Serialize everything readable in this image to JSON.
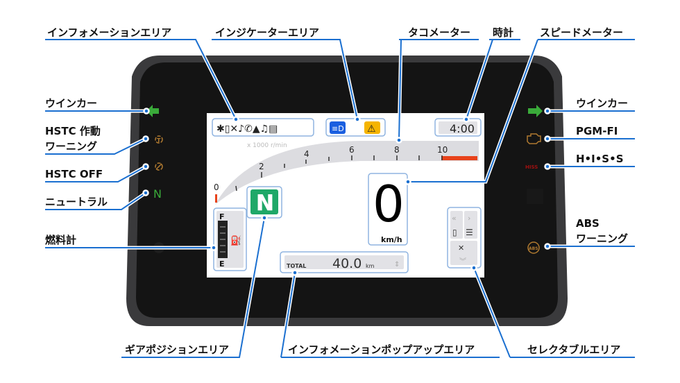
{
  "callouts": {
    "info_area": "インフォメーションエリア",
    "indicator_area": "インジケーターエリア",
    "tachometer": "タコメーター",
    "clock": "時計",
    "speedometer": "スピードメーター",
    "turn_signal_left": "ウインカー",
    "hstc_warning_1": "HSTC 作動",
    "hstc_warning_2": "ワーニング",
    "hstc_off": "HSTC OFF",
    "neutral": "ニュートラル",
    "fuel_gauge": "燃料計",
    "turn_signal_right": "ウインカー",
    "pgm_fi": "PGM-FI",
    "hiss": "H•I•S•S",
    "abs_warning_1": "ABS",
    "abs_warning_2": "ワーニング",
    "gear_position_area": "ギアポジションエリア",
    "info_popup_area": "インフォメーションポップアップエリア",
    "selectable_area": "セレクタブルエリア"
  },
  "display": {
    "clock": "4:00",
    "tach_unit": "x 1000 r/min",
    "tach_ticks": [
      "0",
      "2",
      "4",
      "6",
      "8",
      "10"
    ],
    "gear": "N",
    "speed": "0",
    "speed_unit": "km/h",
    "odo_label": "TOTAL",
    "odo_value": "40.0",
    "odo_unit": "km",
    "fuel_full": "F",
    "fuel_empty": "E",
    "neutral_lamp": "N",
    "hiss_lamp": "HISS",
    "abs_lamp": "ABS",
    "hstc_lamp": "T"
  },
  "colors": {
    "callout_line": "#1a6fd0",
    "turn_signal": "#3aab3a",
    "warning_amber": "#b07a30",
    "gear_bg": "#1fa868",
    "headlight_bg": "#1a5fe0",
    "warning_bg": "#f5b400",
    "redzone": "#e8421a"
  }
}
